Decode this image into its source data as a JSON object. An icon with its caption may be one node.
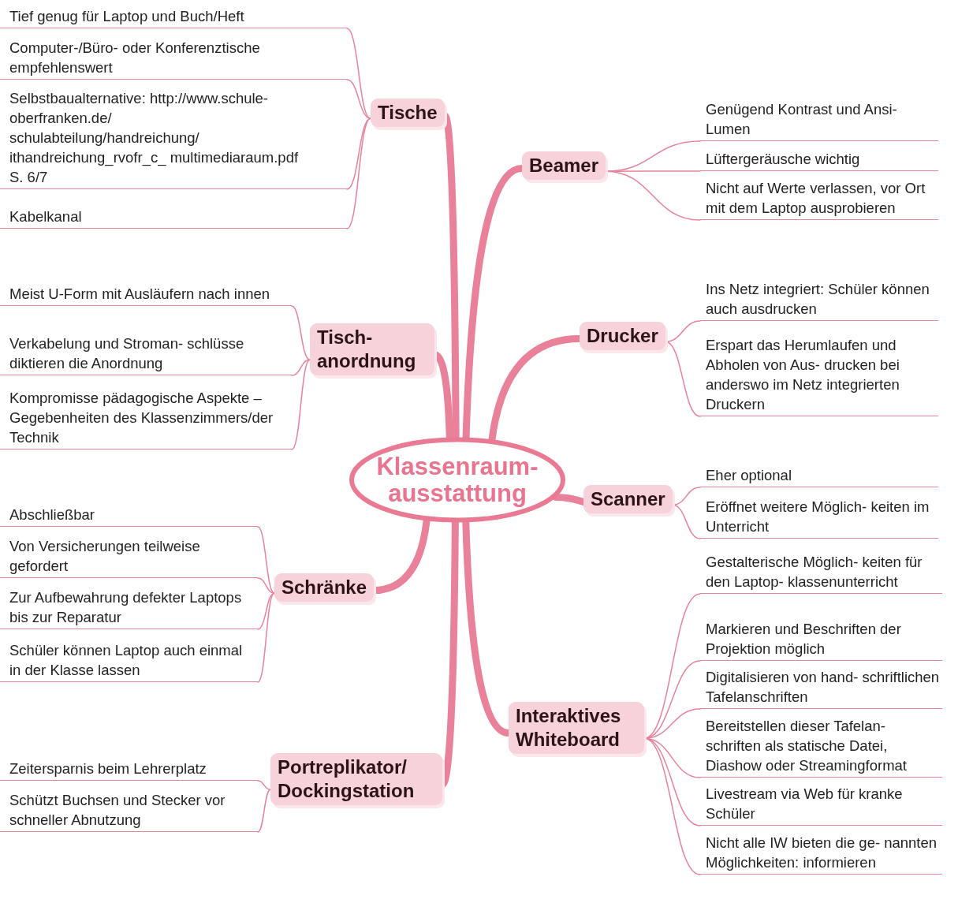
{
  "diagram": {
    "nodes": [
      {
        "text": [
          "Klassenraum- ausstattung"
        ]
      },
      {
        "text": [
          "Tische"
        ]
      },
      {
        "text": [
          "Tief genug für Laptop und Buch/Heft"
        ]
      },
      {
        "text": [
          "Computer-/Büro- oder Konferenztische empfehlenswert"
        ]
      },
      {
        "text": [
          "Selbstbaualternative: http://www.schule-oberfranken.de/ schulabteilung/handreichung/ ithandreichung_rvofr_c_ multimediaraum.pdf S. 6/7"
        ]
      },
      {
        "text": [
          "Kabelkanal"
        ]
      },
      {
        "text": [
          "Beamer"
        ]
      },
      {
        "text": [
          "Genügend Kontrast und Ansi-Lumen"
        ]
      },
      {
        "text": [
          "Lüftergeräusche wichtig"
        ]
      },
      {
        "text": [
          "Nicht auf Werte verlassen, vor Ort mit dem Laptop ausprobieren"
        ]
      },
      {
        "text": [
          "Tisch- anordnung"
        ]
      },
      {
        "text": [
          "Meist U-Form mit Ausläufern nach innen"
        ]
      },
      {
        "text": [
          "Verkabelung und Stroman- schlüsse diktieren die Anordnung"
        ]
      },
      {
        "text": [
          "Kompromisse pädagogische Aspekte – Gegebenheiten des Klassenzimmers/der Technik"
        ]
      },
      {
        "text": [
          "Drucker"
        ]
      },
      {
        "text": [
          "Ins Netz integriert: Schüler können auch ausdrucken"
        ]
      },
      {
        "text": [
          "Erspart das Herumlaufen und Abholen von Aus- drucken bei anderswo im Netz integrierten Druckern"
        ]
      },
      {
        "text": [
          "Scanner"
        ]
      },
      {
        "text": [
          "Eher optional"
        ]
      },
      {
        "text": [
          "Eröffnet weitere Möglich- keiten im Unterricht"
        ]
      },
      {
        "text": [
          "Schränke"
        ]
      },
      {
        "text": [
          "Abschließbar"
        ]
      },
      {
        "text": [
          "Von Versicherungen teilweise gefordert"
        ]
      },
      {
        "text": [
          "Zur Aufbewahrung defekter Laptops bis zur Reparatur"
        ]
      },
      {
        "text": [
          "Schüler können Laptop auch einmal in der Klasse lassen"
        ]
      },
      {
        "text": [
          "Interaktives Whiteboard"
        ]
      },
      {
        "text": [
          "Gestalterische Möglich- keiten für den Laptop- klassenunterricht"
        ]
      },
      {
        "text": [
          "Markieren und Beschriften der Projektion möglich"
        ]
      },
      {
        "text": [
          "Digitalisieren von hand- schriftlichen Tafelanschriften"
        ]
      },
      {
        "text": [
          "Bereitstellen dieser Tafelan- schriften als statische Datei, Diashow oder Streamingformat"
        ]
      },
      {
        "text": [
          "Livestream via Web für kranke Schüler"
        ]
      },
      {
        "text": [
          "Nicht alle IW bieten die ge- nannten Möglichkeiten: informieren"
        ]
      },
      {
        "text": [
          "Portreplikator/ Dockingstation"
        ]
      },
      {
        "text": [
          "Zeitersparnis beim Lehrerplatz"
        ]
      },
      {
        "text": [
          "Schützt Buchsen und Stecker vor schneller Abnutzung"
        ]
      }
    ],
    "edges": [
      {
        "from": 0,
        "to": 1,
        "arrow": "none",
        "style": "thick"
      },
      {
        "from": 0,
        "to": 6,
        "arrow": "none",
        "style": "thick"
      },
      {
        "from": 0,
        "to": 10,
        "arrow": "none",
        "style": "thick"
      },
      {
        "from": 0,
        "to": 14,
        "arrow": "none",
        "style": "thick"
      },
      {
        "from": 0,
        "to": 17,
        "arrow": "none",
        "style": "thick"
      },
      {
        "from": 0,
        "to": 20,
        "arrow": "none",
        "style": "thick"
      },
      {
        "from": 0,
        "to": 25,
        "arrow": "none",
        "style": "thick"
      },
      {
        "from": 0,
        "to": 32,
        "arrow": "none",
        "style": "thick"
      },
      {
        "from": 1,
        "to": 2,
        "arrow": "none"
      },
      {
        "from": 1,
        "to": 3,
        "arrow": "none"
      },
      {
        "from": 1,
        "to": 4,
        "arrow": "none"
      },
      {
        "from": 1,
        "to": 5,
        "arrow": "none"
      },
      {
        "from": 6,
        "to": 7,
        "arrow": "none"
      },
      {
        "from": 6,
        "to": 8,
        "arrow": "none"
      },
      {
        "from": 6,
        "to": 9,
        "arrow": "none"
      },
      {
        "from": 10,
        "to": 11,
        "arrow": "none"
      },
      {
        "from": 10,
        "to": 12,
        "arrow": "none"
      },
      {
        "from": 10,
        "to": 13,
        "arrow": "none"
      },
      {
        "from": 14,
        "to": 15,
        "arrow": "none"
      },
      {
        "from": 14,
        "to": 16,
        "arrow": "none"
      },
      {
        "from": 17,
        "to": 18,
        "arrow": "none"
      },
      {
        "from": 17,
        "to": 19,
        "arrow": "none"
      },
      {
        "from": 20,
        "to": 21,
        "arrow": "none"
      },
      {
        "from": 20,
        "to": 22,
        "arrow": "none"
      },
      {
        "from": 20,
        "to": 23,
        "arrow": "none"
      },
      {
        "from": 20,
        "to": 24,
        "arrow": "none"
      },
      {
        "from": 25,
        "to": 26,
        "arrow": "none"
      },
      {
        "from": 25,
        "to": 27,
        "arrow": "none"
      },
      {
        "from": 25,
        "to": 28,
        "arrow": "none"
      },
      {
        "from": 25,
        "to": 29,
        "arrow": "none"
      },
      {
        "from": 25,
        "to": 30,
        "arrow": "none"
      },
      {
        "from": 25,
        "to": 31,
        "arrow": "none"
      },
      {
        "from": 32,
        "to": 33,
        "arrow": "none"
      },
      {
        "from": 32,
        "to": 34,
        "arrow": "none"
      }
    ]
  }
}
